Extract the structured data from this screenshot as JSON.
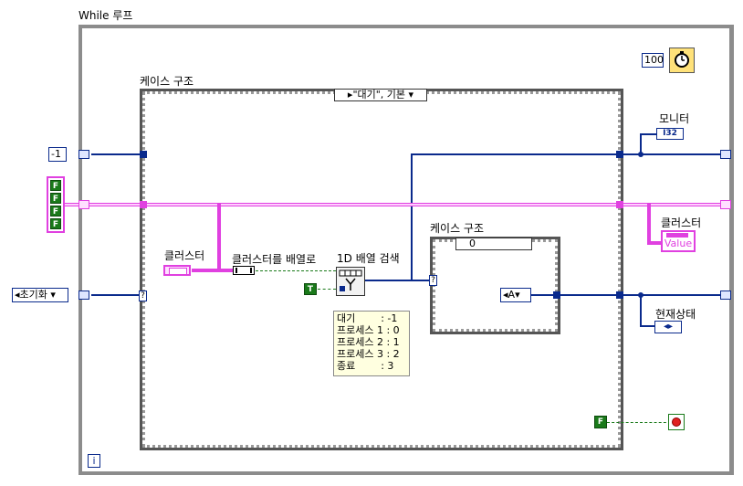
{
  "while_loop": {
    "label": "While 루프",
    "iteration_terminal": "i",
    "wait_constant": "100"
  },
  "case_outer": {
    "label": "케이스 구조",
    "selector": "▸\"대기\", 기본 ▾"
  },
  "case_inner": {
    "label": "케이스 구조",
    "selector": "0"
  },
  "constants": {
    "minus_one": "-1",
    "bool_array": [
      "F",
      "F",
      "F",
      "F"
    ],
    "enum_init": "초기화",
    "true_const": "T",
    "false_const": "F",
    "enum_a": "A"
  },
  "nodes": {
    "cluster_in": "클러스터",
    "cluster_to_array": "클러스터를 배열로",
    "search_1d": "1D 배열 검색",
    "monitor": "모니터",
    "monitor_type": "I32",
    "cluster_out": "클러스터",
    "cluster_out_value": "Value",
    "current_state": "현재상태"
  },
  "note_lines": [
    "대기        : -1",
    "프로세스 1 : 0",
    "프로세스 2 : 1",
    "프로세스 3 : 2",
    "종료        : 3"
  ],
  "colors": {
    "int_wire": "#0a2a8c",
    "cluster_wire": "#e040e0",
    "bool_wire": "#1a7a1a",
    "frame": "#8c8c8c"
  }
}
